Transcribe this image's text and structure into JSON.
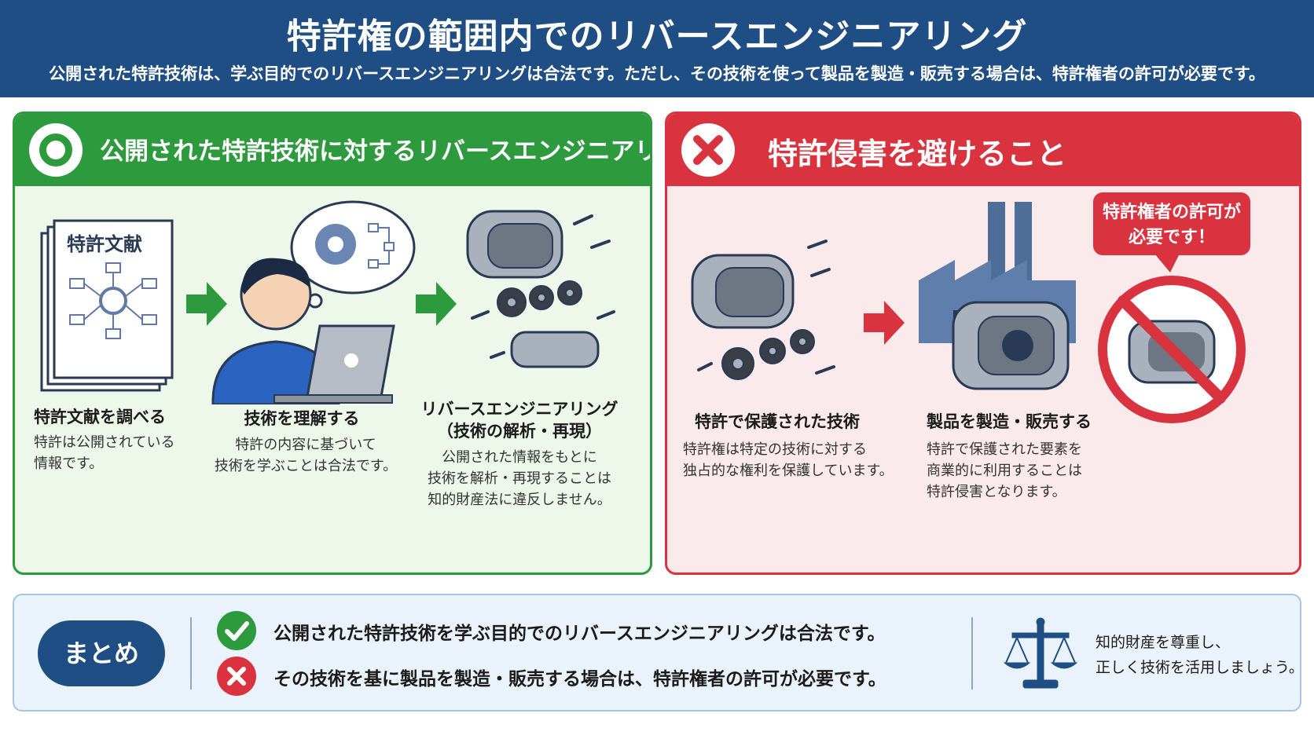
{
  "header": {
    "title": "特許権の範囲内でのリバースエンジニアリング",
    "subtitle": "公開された特許技術は、学ぶ目的でのリバースエンジニアリングは合法です。ただし、その技術を使って製品を製造・販売する場合は、特許権者の許可が必要です。"
  },
  "left_panel": {
    "title": "公開された特許技術に対するリバースエンジニアリングは合法",
    "document_label": "特許文献",
    "steps": [
      {
        "title": "特許文献を調べる",
        "desc": [
          "特許は公開されている",
          "情報です。"
        ]
      },
      {
        "title": "技術を理解する",
        "desc": [
          "特許の内容に基づいて",
          "技術を学ぶことは合法です。"
        ]
      },
      {
        "title": [
          "リバースエンジニアリング",
          "（技術の解析・再現）"
        ],
        "desc": [
          "公開された情報をもとに",
          "技術を解析・再現することは",
          "知的財産法に違反しません。"
        ]
      }
    ]
  },
  "right_panel": {
    "title": "特許侵害を避けること",
    "callout": [
      "特許権者の許可が",
      "必要です！"
    ],
    "steps": [
      {
        "title": "特許で保護された技術",
        "desc": [
          "特許権は特定の技術に対する",
          "独占的な権利を保護しています。"
        ]
      },
      {
        "title": "製品を製造・販売する",
        "desc": [
          "特許で保護された要素を",
          "商業的に利用することは",
          "特許侵害となります。"
        ]
      }
    ]
  },
  "summary": {
    "label": "まとめ",
    "lines": [
      "公開された特許技術を学ぶ目的でのリバースエンジニアリングは合法です。",
      "その技術を基に製品を製造・販売する場合は、特許権者の許可が必要です。"
    ],
    "note": [
      "知的財産を尊重し、",
      "正しく技術を活用しましょう。"
    ]
  },
  "colors": {
    "header_bg": "#1f4e84",
    "green": "#2e9a3e",
    "red": "#d8333e",
    "summary_bg": "#eaf2fb"
  },
  "icons": [
    "circle-ok-icon",
    "x-icon",
    "right-arrow-icon",
    "gear-icon",
    "laptop-icon",
    "factory-icon",
    "prohibited-icon",
    "check-icon",
    "scales-icon"
  ]
}
